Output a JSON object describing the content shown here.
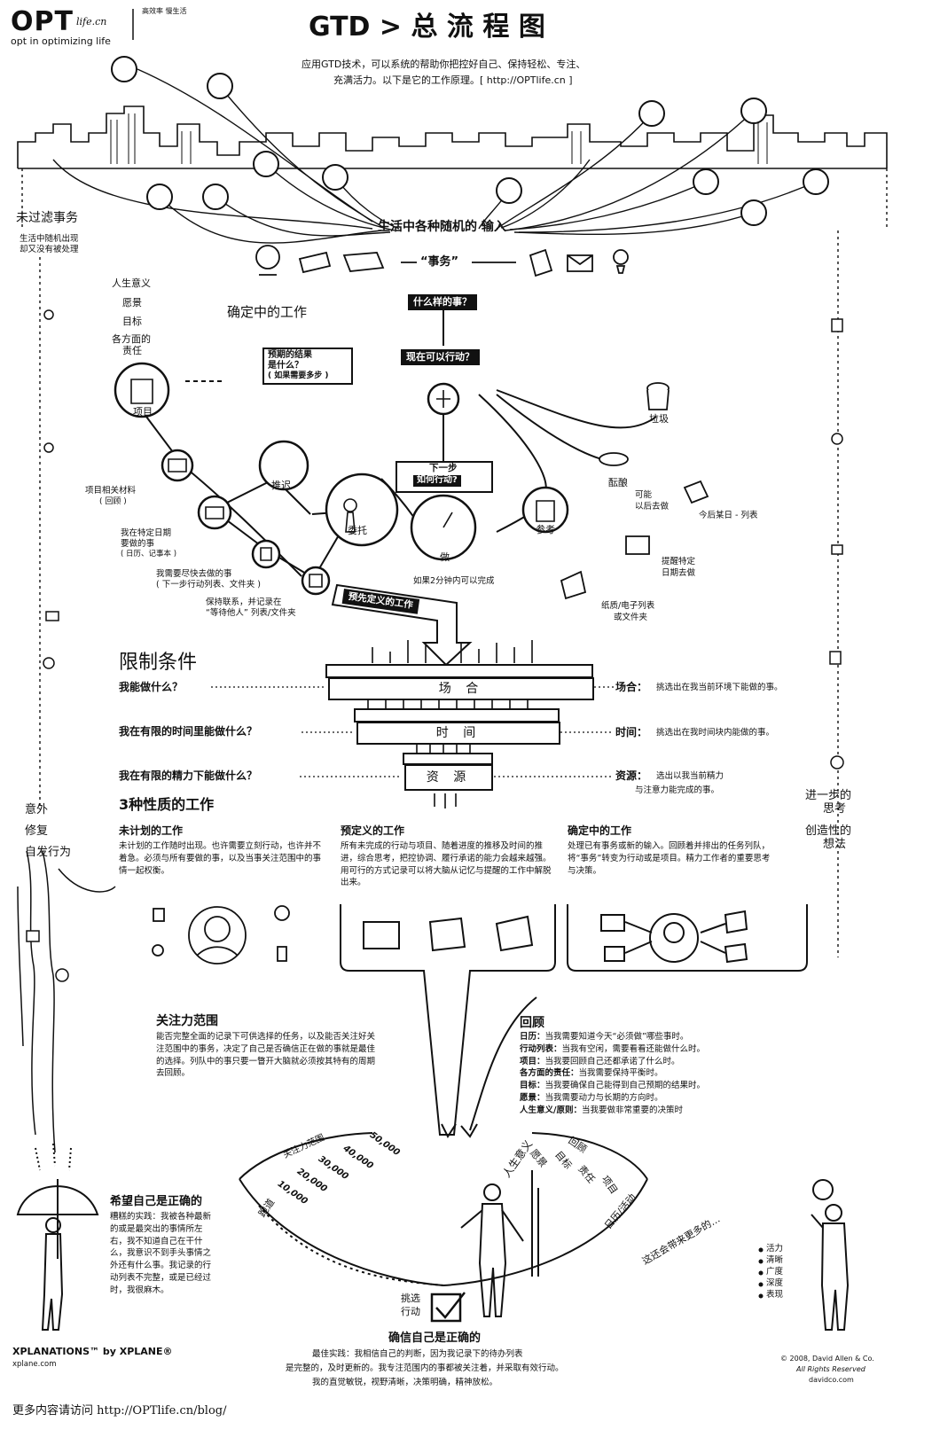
{
  "header": {
    "logo": "OPT",
    "logo_sub": "life.cn",
    "tagline": "opt in optimizing life",
    "badge": "高效率 慢生活",
    "title": "GTD > 总 流 程 图",
    "intro_line1": "应用GTD技术，可以系统的帮助你把控好自己、保持轻松、专注、",
    "intro_line2": "充满活力。以下是它的工作原理。[ http://OPTlife.cn ]"
  },
  "inputs": {
    "title": "生活中各种随机的 输入",
    "stuff": "“事务”",
    "unfiltered_title": "未过滤事务",
    "unfiltered_desc_1": "生活中随机出现",
    "unfiltered_desc_2": "却又没有被处理"
  },
  "horizons": {
    "items": [
      "人生意义",
      "愿景",
      "目标",
      "各方面的",
      "责任"
    ],
    "undecided": "确定中的工作"
  },
  "process": {
    "what_is_it": "什么样的事？",
    "outcome_1": "预期的结果",
    "outcome_2": "是什么？",
    "outcome_3": "( 如果需要多步 )",
    "actionable": "现在可以行动？",
    "trash": "垃圾",
    "incubate": "酝酿",
    "maybe_1": "可能",
    "maybe_2": "以后去做",
    "someday": "今后某日 - 列表",
    "tickler_1": "提醒特定",
    "tickler_2": "日期去做",
    "reference": "参考",
    "reference_store_1": "纸质/电子列表",
    "reference_store_2": "或文件夹",
    "next_action_1": "下一步",
    "next_action_2": "如何行动?",
    "do_it": "做",
    "two_minutes": "如果2分钟内可以完成",
    "delegate": "委托",
    "defer": "推迟",
    "project": "项目",
    "project_materials_1": "项目相关材料",
    "project_materials_2": "( 回顾 )",
    "calendar_1": "我在特定日期",
    "calendar_2": "要做的事",
    "calendar_3": "( 日历、记事本 )",
    "next_list_1": "我需要尽快去做的事",
    "next_list_2": "( 下一步行动列表、文件夹 )",
    "waiting_1": "保持联系，并记录在",
    "waiting_2": "“等待他人” 列表/文件夹",
    "predefined_arrow": "预先定义的工作"
  },
  "constraints": {
    "title": "限制条件",
    "q1": "我能做什么？",
    "q2": "我在有限的时间里能做什么？",
    "q3": "我在有限的精力下能做什么？",
    "context": "场 合",
    "time": "时 间",
    "energy": "资 源",
    "r1_label": "场合：",
    "r1_text": "挑选出在我当前环境下能做的事。",
    "r2_label": "时间：",
    "r2_text": "挑选出在我时间块内能做的事。",
    "r3_label": "资源：",
    "r3_text_1": "选出以我当前精力",
    "r3_text_2": "与注意力能完成的事。"
  },
  "work_types": {
    "title": "3种性质的工作",
    "unplanned_title": "未计划的工作",
    "unplanned_text": "未计划的工作随时出现。也许需要立刻行动，也许并不着急。必须与所有要做的事，以及当事关注范围中的事情一起权衡。",
    "predefined_title": "预定义的工作",
    "predefined_text": "所有未完成的行动与项目、随着进度的推移及时间的推进，综合思考，把控协调、履行承诺的能力会越来越强。用可行的方式记录可以将大脑从记忆与提醒的工作中解脱出来。",
    "defining_title": "确定中的工作",
    "defining_text": "处理已有事务或新的输入。回顾着并排出的任务列队，将“事务”转变为行动或是项目。精力工作者的重要思考与决策。"
  },
  "side": {
    "surprise": "意外",
    "repair": "修复",
    "spontaneous": "自发行为",
    "further_1": "进一步的",
    "further_2": "思考",
    "creative_1": "创造性的",
    "creative_2": "想法"
  },
  "attention": {
    "title": "关注力范围",
    "text": "能否完整全面的记录下可供选择的任务，以及能否关注好关注范围中的事务，决定了自己是否确信正在做的事就是最佳的选择。列队中的事只要一瞥开大脑就必须按其特有的周期去回顾。"
  },
  "review": {
    "title": "回顾",
    "rows": [
      {
        "k": "日历：",
        "v": "当我需要知道今天“必须做”哪些事时。"
      },
      {
        "k": "行动列表：",
        "v": "当我有空闲，需要看看还能做什么时。"
      },
      {
        "k": "项目：",
        "v": "当我要回顾自己还都承诺了什么时。"
      },
      {
        "k": "各方面的责任：",
        "v": "当我需要保持平衡时。"
      },
      {
        "k": "目标：",
        "v": "当我要确保自己能得到自己预期的结果时。"
      },
      {
        "k": "愿景：",
        "v": "当我需要动力与长期的方向时。"
      },
      {
        "k": "人生意义/原则：",
        "v": "当我要做非常重要的决策时"
      }
    ]
  },
  "altitudes": {
    "left": [
      "关注力范围",
      "50,000",
      "40,000",
      "30,000",
      "20,000",
      "10,000",
      "跑道"
    ],
    "right": [
      "人生意义",
      "愿景",
      "目标",
      "回顾",
      "责任",
      "项目",
      "日历/活动"
    ]
  },
  "hope": {
    "title": "希望自己是正确的",
    "text": "糟糕的实践：我被各种最新的或是最突出的事情所左右，我不知道自己在干什么，我意识不到手头事情之外还有什么事。我记录的行动列表不完整，或是已经过时，我很麻木。"
  },
  "sure": {
    "choose": "挑选",
    "act": "行动",
    "title": "确信自己是正确的",
    "text_1": "最佳实践：我相信自己的判断，因为我记录下的待办列表",
    "text_2": "是完整的，及时更新的。我专注范围内的事都被关注着，并采取有效行动。",
    "text_3": "我的直觉敏锐，视野清晰，决策明确，精神放松。"
  },
  "more": {
    "title": "这还会带来更多的…",
    "items": [
      "活力",
      "清晰",
      "广度",
      "深度",
      "表现"
    ]
  },
  "footer": {
    "brand": "XPLANATIONS™ by XPLANE®",
    "brand_url": "xplane.com",
    "more": "更多内容请访问 http://OPTlife.cn/blog/",
    "copyright": "© 2008, David Allen & Co.",
    "rights": "All Rights Reserved",
    "da_url": "davidco.com"
  }
}
